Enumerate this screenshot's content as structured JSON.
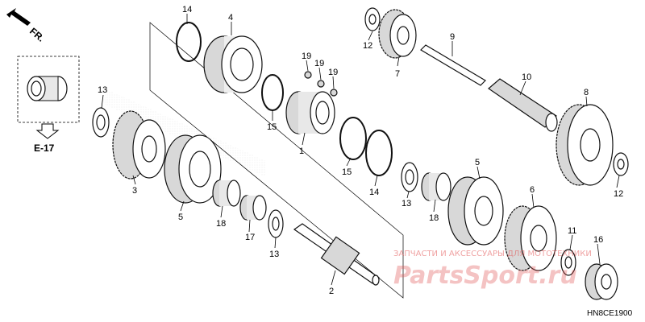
{
  "diagram": {
    "direction_label": "FR.",
    "ref_label": "E-17",
    "drawing_code": "HN8CE1900",
    "watermark_text": "ЗАПЧАСТИ И АКСЕССУАРЫ ДЛЯ МОТОТЕХНИКИ",
    "watermark_logo": "PartsSport.ru",
    "callouts": {
      "c14a": "14",
      "c4": "4",
      "c12a": "12",
      "c7": "7",
      "c9": "9",
      "c19a": "19",
      "c19b": "19",
      "c19c": "19",
      "c13a": "13",
      "c10": "10",
      "c8": "8",
      "c15a": "15",
      "c1": "1",
      "c3": "3",
      "c15b": "15",
      "c14b": "14",
      "c13b": "13",
      "c5a": "5",
      "c12b": "12",
      "c5b": "5",
      "c18a": "18",
      "c18b": "18",
      "c6": "6",
      "c17": "17",
      "c13c": "13",
      "c11": "11",
      "c16": "16",
      "c2": "2"
    }
  }
}
